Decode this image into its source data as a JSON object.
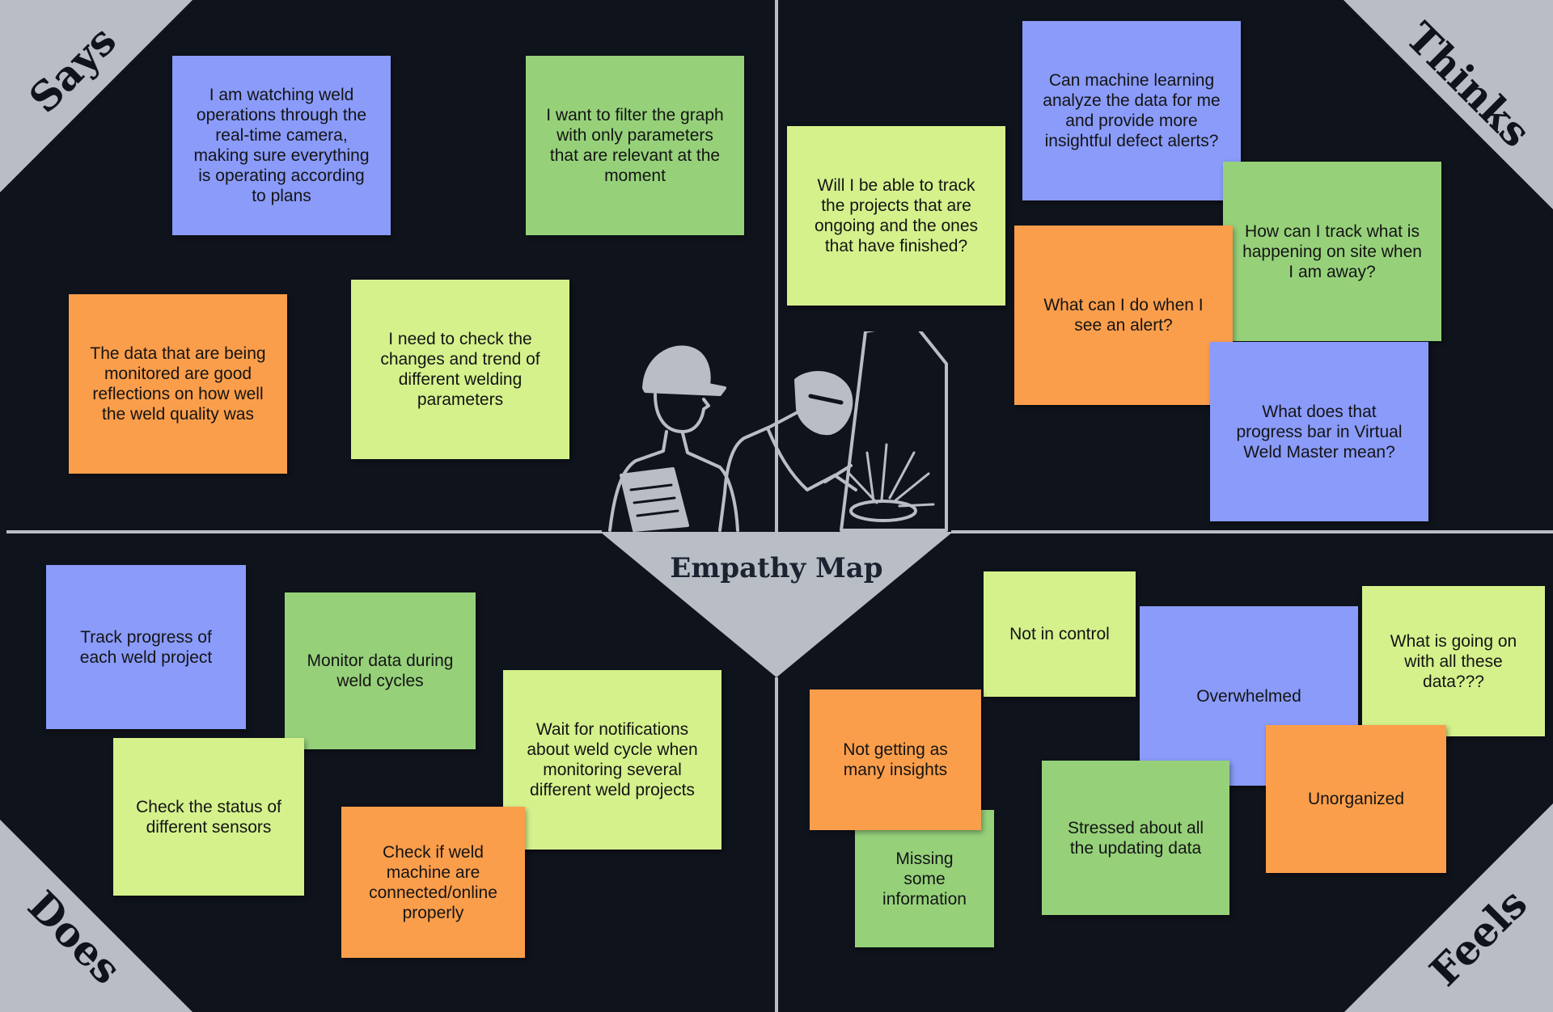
{
  "title": "Empathy Map",
  "quadrants": {
    "says": "Says",
    "thinks": "Thinks",
    "does": "Does",
    "feels": "Feels"
  },
  "colors": {
    "background": "#0f131b",
    "frame": "#b8bdc6",
    "purple": "#8a9bfa",
    "green": "#96d17a",
    "lime": "#d5f18c",
    "orange": "#fb9e4b"
  },
  "notes": {
    "says": [
      {
        "text": "I am watching weld operations through the real-time camera, making sure everything is operating according to plans",
        "color": "purple"
      },
      {
        "text": "I want to filter the graph with only parameters that are relevant at the moment",
        "color": "green"
      },
      {
        "text": "The data that are being monitored are good reflections on how well the weld quality was",
        "color": "orange"
      },
      {
        "text": "I need to check the changes and trend of different welding parameters",
        "color": "lime"
      }
    ],
    "thinks": [
      {
        "text": "Will I be able to track the projects that are ongoing and the ones that have finished?",
        "color": "lime"
      },
      {
        "text": "Can machine learning analyze the data for me and provide more insightful defect alerts?",
        "color": "purple"
      },
      {
        "text": "How can I track what is happening on site when I am away?",
        "color": "green"
      },
      {
        "text": "What can I do when I see an alert?",
        "color": "orange"
      },
      {
        "text": "What does that progress bar in Virtual Weld Master mean?",
        "color": "purple"
      }
    ],
    "does": [
      {
        "text": "Track progress of each weld project",
        "color": "purple"
      },
      {
        "text": "Monitor data during weld cycles",
        "color": "green"
      },
      {
        "text": "Wait for notifications about weld cycle when monitoring several different weld projects",
        "color": "lime"
      },
      {
        "text": "Check the status of different sensors",
        "color": "lime"
      },
      {
        "text": "Check if weld machine are connected/online properly",
        "color": "orange"
      }
    ],
    "feels": [
      {
        "text": "Not in control",
        "color": "lime"
      },
      {
        "text": "Overwhelmed",
        "color": "purple"
      },
      {
        "text": "What is going on with all these data???",
        "color": "lime"
      },
      {
        "text": "Missing some information",
        "color": "green"
      },
      {
        "text": "Not getting as many insights",
        "color": "orange"
      },
      {
        "text": "Stressed about all the updating data",
        "color": "green"
      },
      {
        "text": "Unorganized",
        "color": "orange"
      }
    ]
  }
}
